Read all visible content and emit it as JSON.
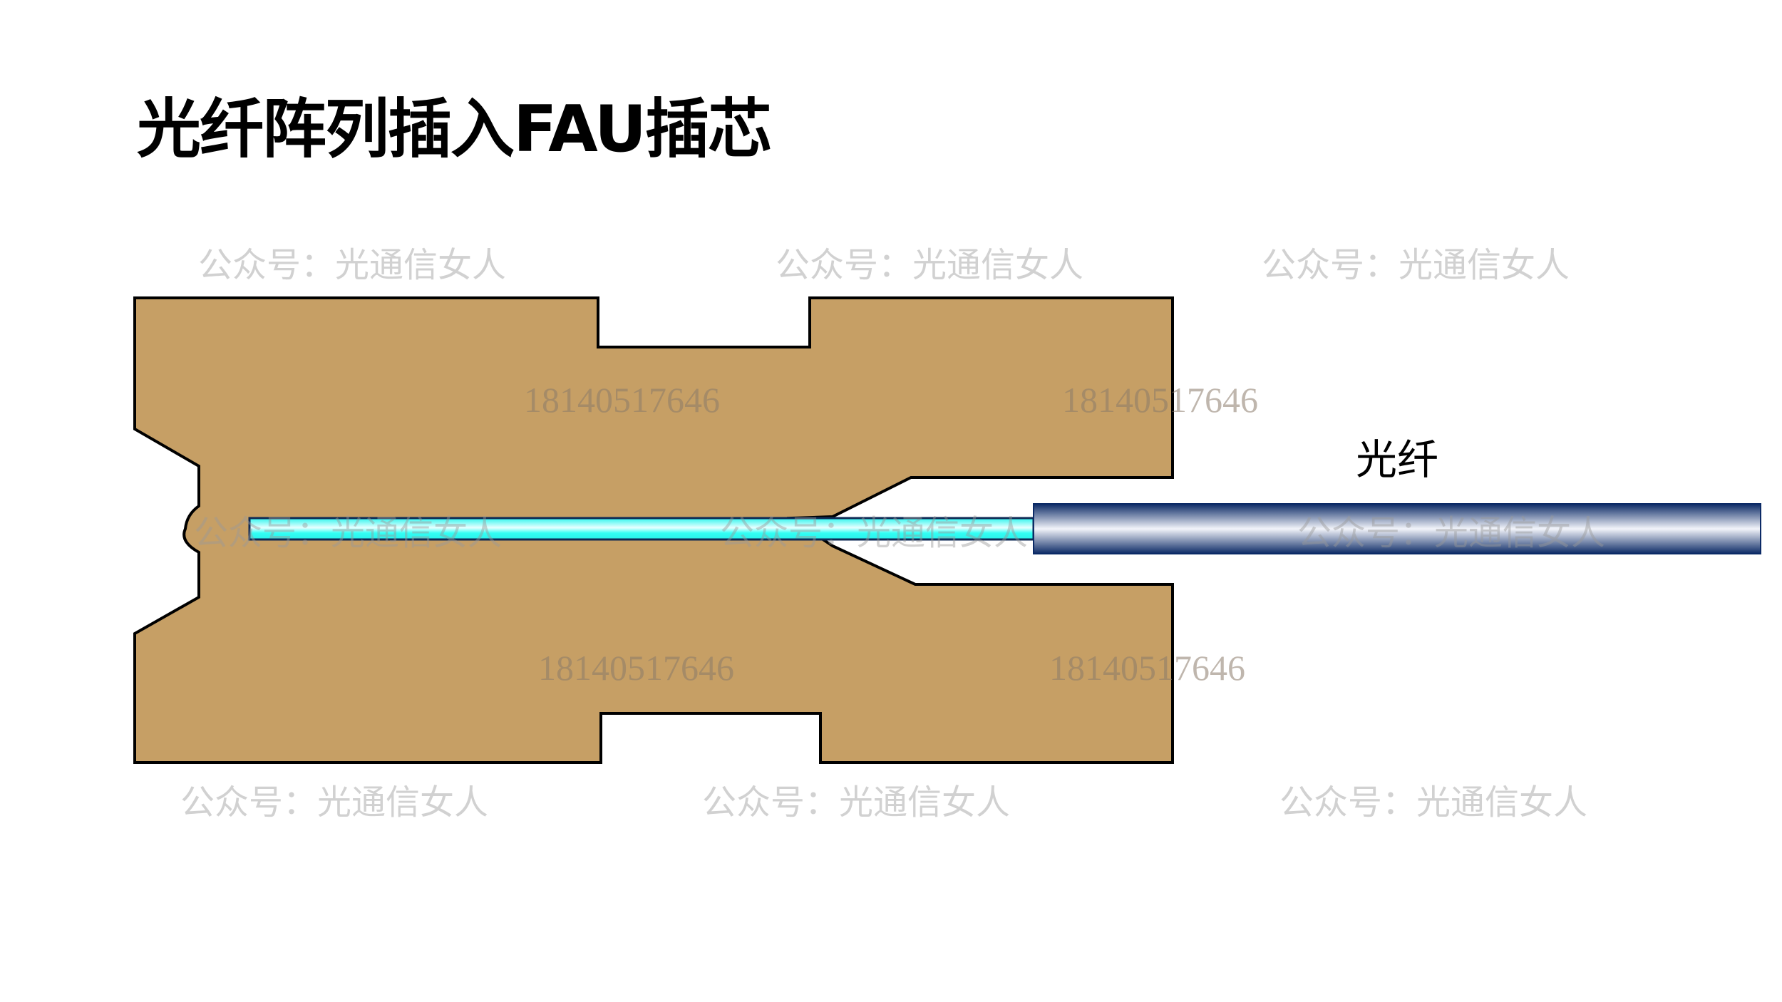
{
  "title": "光纤阵列插入FAU插芯",
  "labels": {
    "fiber": "光纤"
  },
  "watermark": {
    "text": "公众号：光通信女人",
    "phone": "18140517646"
  },
  "colors": {
    "block": "#C69F65",
    "core": "#33FFF5",
    "jacket": "#0B2A66"
  }
}
